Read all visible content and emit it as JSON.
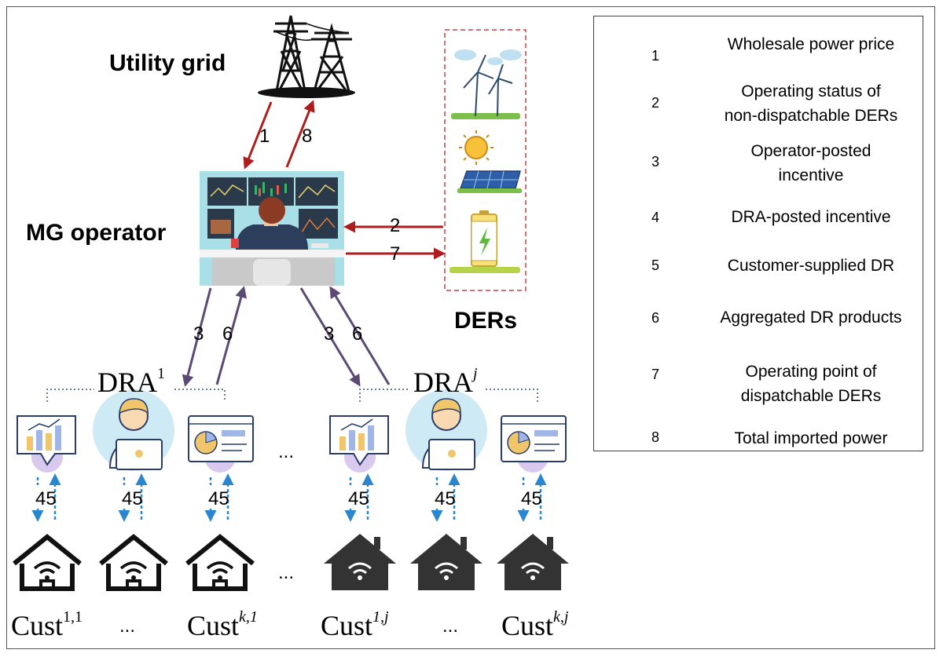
{
  "colors": {
    "red": "#b01c1c",
    "purple": "#5d4a74",
    "blue": "#2a86cf",
    "house_dark": "#333333",
    "der_border": "#c84040"
  },
  "labels": {
    "utility_grid": "Utility grid",
    "mg_operator": "MG operator",
    "ders": "DERs",
    "dra1": "DRA",
    "dra1_sup": "1",
    "draj": "DRA",
    "draj_sup": "j",
    "ellipsis": "..."
  },
  "flows": {
    "grid_down": "1",
    "grid_up": "8",
    "der_in": "2",
    "der_out": "7",
    "dra1_down": "3",
    "dra1_up": "6",
    "draj_down": "3",
    "draj_up": "6",
    "cust_pair": "45"
  },
  "customers": [
    {
      "base": "Cust",
      "sup": "1,1"
    },
    {
      "base": "Cust",
      "sup": "k,1"
    },
    {
      "base": "Cust",
      "sup": "1,j"
    },
    {
      "base": "Cust",
      "sup": "k,j"
    }
  ],
  "legend": [
    {
      "num": "1",
      "text": "Wholesale power price",
      "color": "red"
    },
    {
      "num": "2",
      "text": "Operating status of\nnon-dispatchable DERs",
      "color": "red"
    },
    {
      "num": "3",
      "text": "Operator-posted\nincentive",
      "color": "purple"
    },
    {
      "num": "4",
      "text": "DRA-posted incentive",
      "color": "blue"
    },
    {
      "num": "5",
      "text": "Customer-supplied DR",
      "color": "blue"
    },
    {
      "num": "6",
      "text": "Aggregated DR products",
      "color": "purple"
    },
    {
      "num": "7",
      "text": "Operating point of\ndispatchable DERs",
      "color": "red"
    },
    {
      "num": "8",
      "text": "Total imported power",
      "color": "red"
    }
  ]
}
